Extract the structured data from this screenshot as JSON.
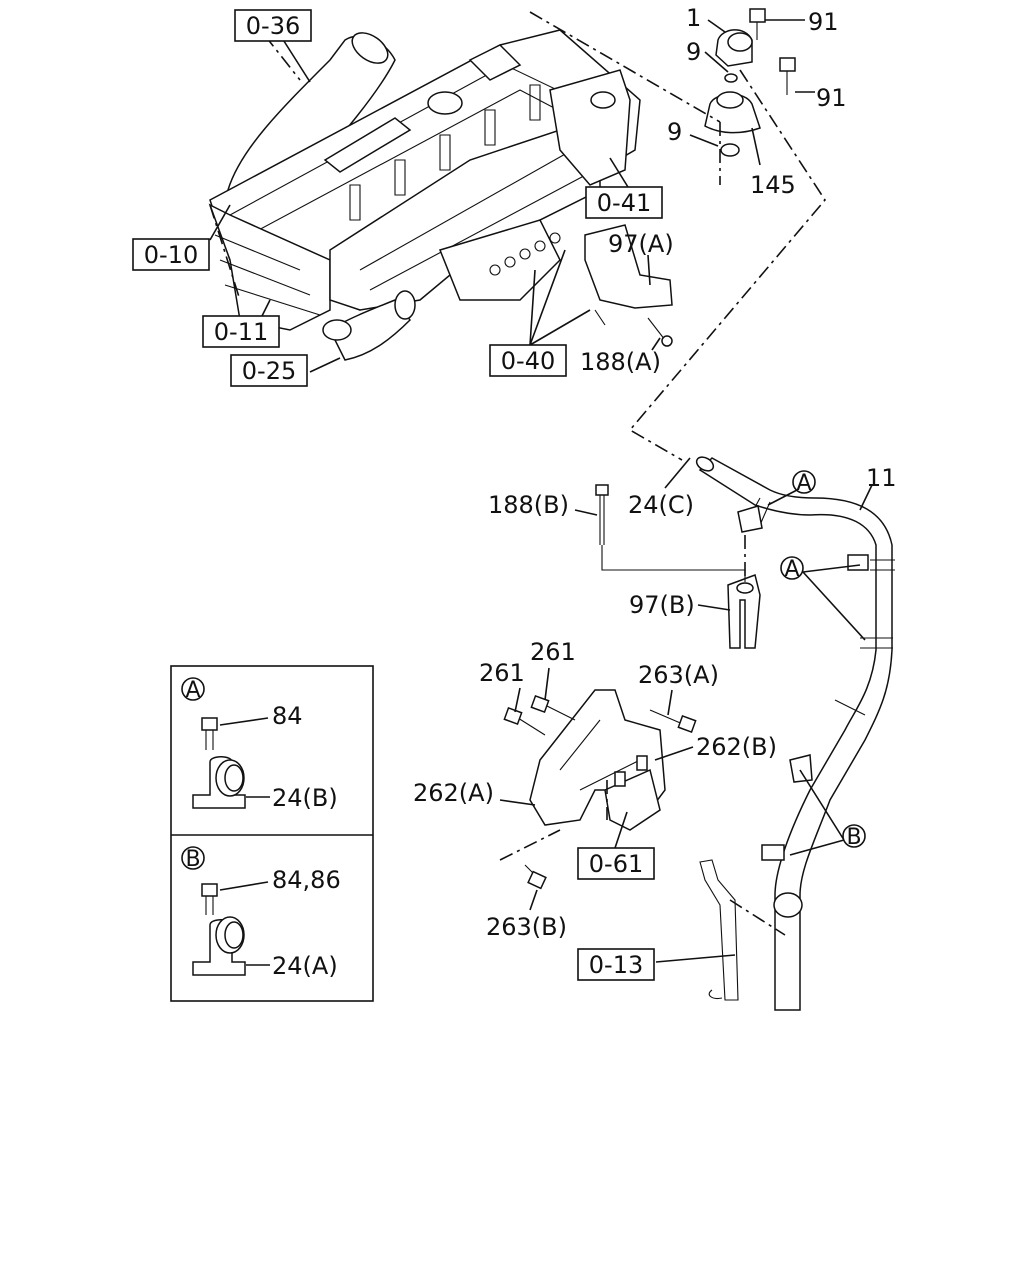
{
  "references": {
    "r036": "0-36",
    "r041": "0-41",
    "r010": "0-10",
    "r011": "0-11",
    "r025": "0-25",
    "r040": "0-40",
    "r061": "0-61",
    "r013": "0-13"
  },
  "parts": {
    "p1": "1",
    "p91a": "91",
    "p9a": "9",
    "p91b": "91",
    "p9b": "9",
    "p145": "145",
    "p97a": "97(A)",
    "p188a": "188(A)",
    "p11": "11",
    "p24c": "24(C)",
    "p188b": "188(B)",
    "p97b": "97(B)",
    "p261a": "261",
    "p261b": "261",
    "p263a": "263(A)",
    "p262b": "262(B)",
    "p262a": "262(A)",
    "p263b": "263(B)"
  },
  "callouts": {
    "a_top": "A",
    "a_mid": "A",
    "b_mid": "B"
  },
  "inset": {
    "a_letter": "A",
    "a_bolt": "84",
    "a_clip": "24(B)",
    "b_letter": "B",
    "b_bolt": "84,86",
    "b_clip": "24(A)"
  }
}
